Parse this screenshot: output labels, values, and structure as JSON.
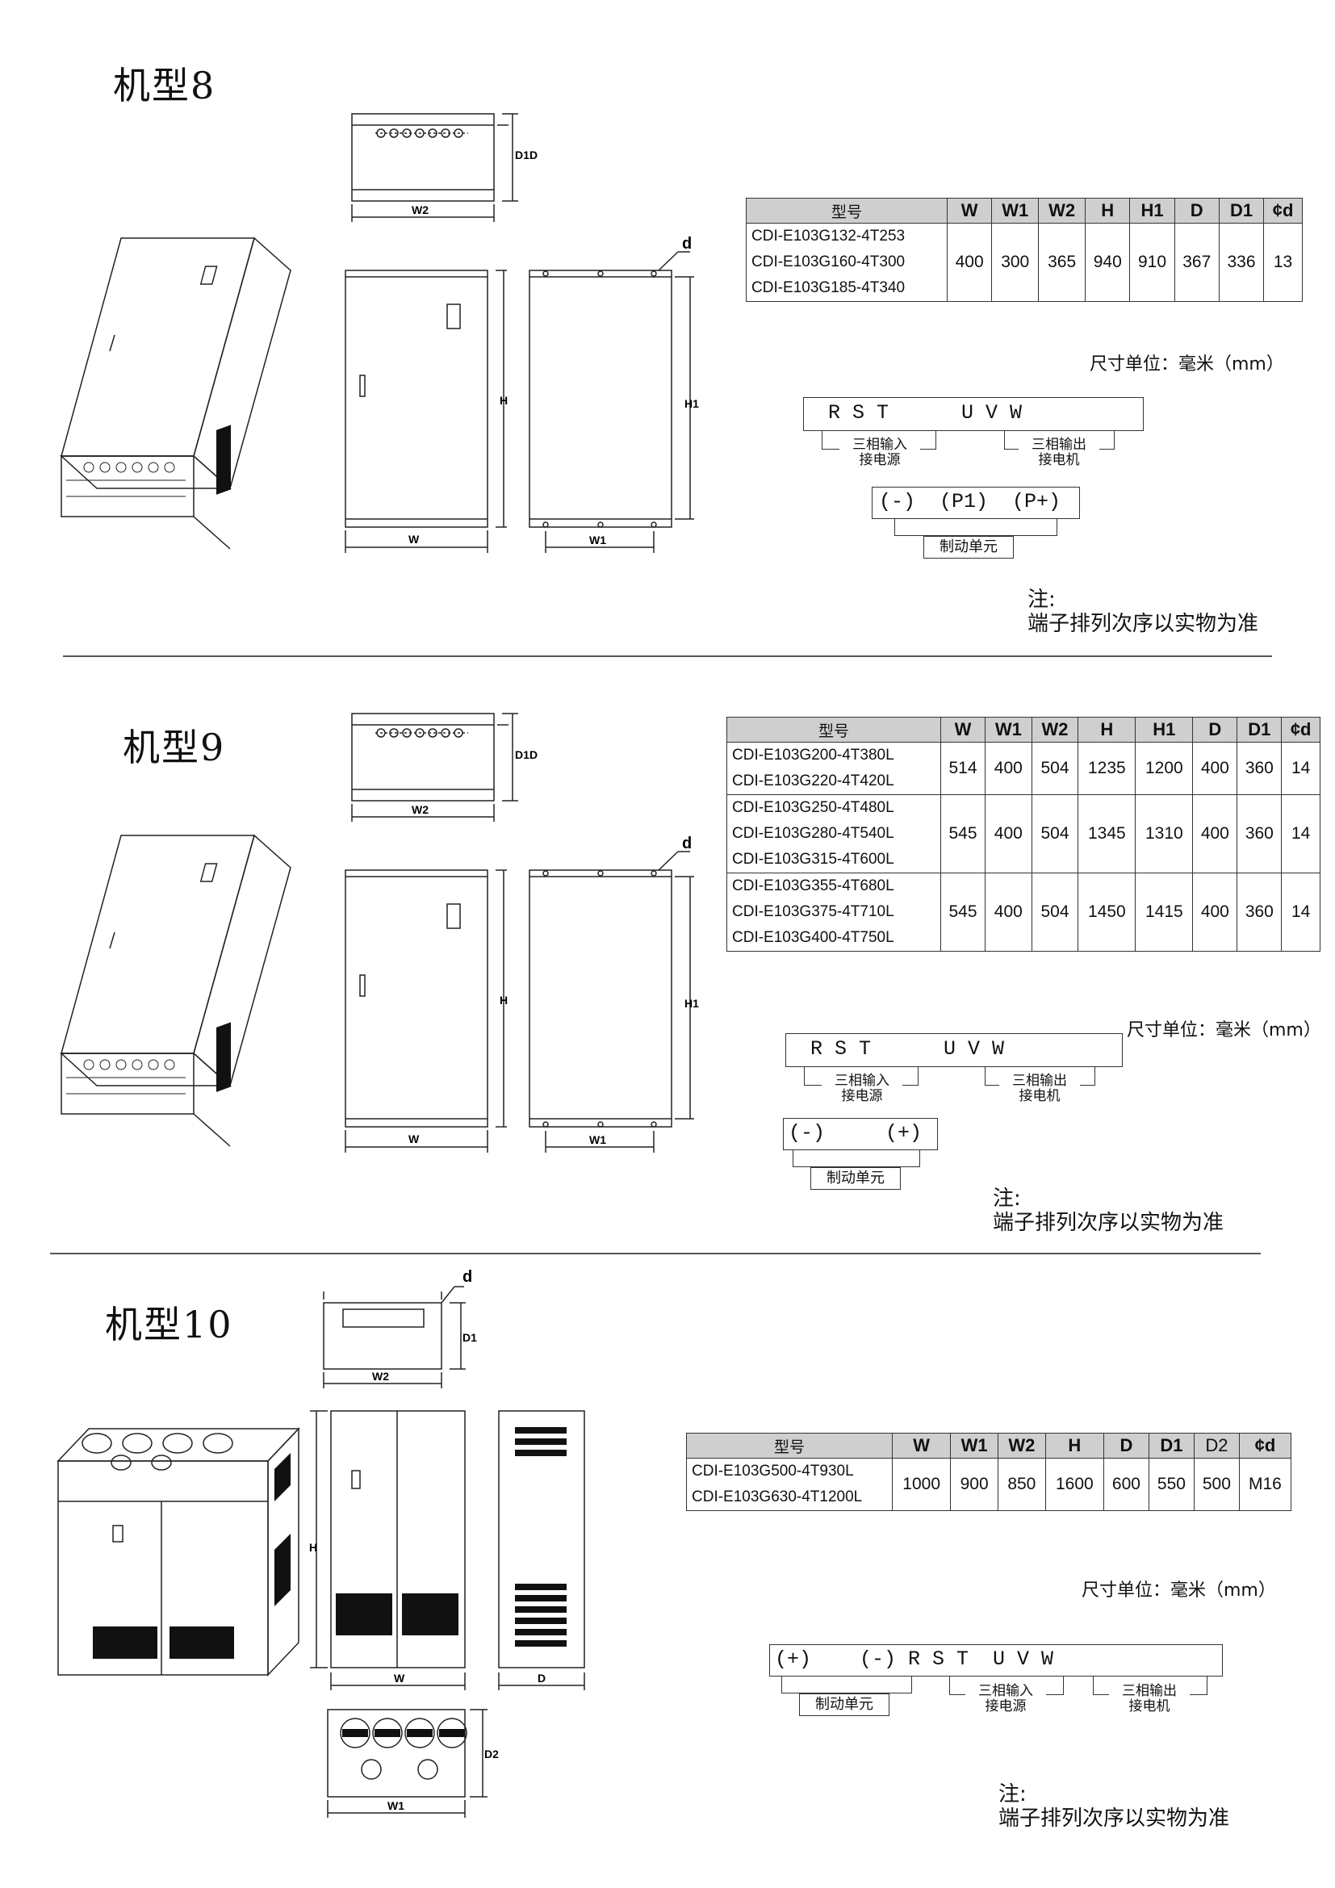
{
  "sections": [
    {
      "title": "机型8",
      "headers": [
        "型号",
        "W",
        "W1",
        "W2",
        "H",
        "H1",
        "D",
        "D1",
        "¢d"
      ],
      "models": [
        "CDI-E103G132-4T253",
        "CDI-E103G160-4T300",
        "CDI-E103G185-4T340"
      ],
      "values": [
        "400",
        "300",
        "365",
        "940",
        "910",
        "367",
        "336",
        "13"
      ],
      "unit": "尺寸单位：毫米（mm）",
      "terminals_top": "R S T      U V W",
      "input_label": [
        "三相输入",
        "接电源"
      ],
      "output_label": [
        "三相输出",
        "接电机"
      ],
      "brake_terminals": "(-)  (P1)  (P+)",
      "brake_label": "制动单元",
      "note_title": "注:",
      "note_text": "端子排列次序以实物为准",
      "dim_labels": {
        "d": "d",
        "D1": "D1",
        "D": "D",
        "W2": "W2",
        "H": "H",
        "H1": "H1",
        "W": "W",
        "W1": "W1"
      }
    },
    {
      "title": "机型9",
      "headers": [
        "型号",
        "W",
        "W1",
        "W2",
        "H",
        "H1",
        "D",
        "D1",
        "¢d"
      ],
      "groups": [
        {
          "models": [
            "CDI-E103G200-4T380L",
            "CDI-E103G220-4T420L"
          ],
          "values": [
            "514",
            "400",
            "504",
            "1235",
            "1200",
            "400",
            "360",
            "14"
          ]
        },
        {
          "models": [
            "CDI-E103G250-4T480L",
            "CDI-E103G280-4T540L",
            "CDI-E103G315-4T600L"
          ],
          "values": [
            "545",
            "400",
            "504",
            "1345",
            "1310",
            "400",
            "360",
            "14"
          ]
        },
        {
          "models": [
            "CDI-E103G355-4T680L",
            "CDI-E103G375-4T710L",
            "CDI-E103G400-4T750L"
          ],
          "values": [
            "545",
            "400",
            "504",
            "1450",
            "1415",
            "400",
            "360",
            "14"
          ]
        }
      ],
      "unit": "尺寸单位：毫米（mm）",
      "terminals_top": "R S T      U V W",
      "input_label": [
        "三相输入",
        "接电源"
      ],
      "output_label": [
        "三相输出",
        "接电机"
      ],
      "brake_terminals": "(-)     (+)",
      "brake_label": "制动单元",
      "note_title": "注:",
      "note_text": "端子排列次序以实物为准",
      "dim_labels": {
        "d": "d",
        "D1": "D1",
        "D": "D",
        "W2": "W2",
        "H": "H",
        "H1": "H1",
        "W": "W",
        "W1": "W1"
      }
    },
    {
      "title": "机型10",
      "headers": [
        "型号",
        "W",
        "W1",
        "W2",
        "H",
        "D",
        "D1",
        "D2",
        "¢d"
      ],
      "models": [
        "CDI-E103G500-4T930L",
        "CDI-E103G630-4T1200L"
      ],
      "values": [
        "1000",
        "900",
        "850",
        "1600",
        "600",
        "550",
        "500",
        "M16"
      ],
      "unit": "尺寸单位：毫米（mm）",
      "terminals_top": "(+)    (-) R S T  U V W",
      "brake_label": "制动单元",
      "input_label": [
        "三相输入",
        "接电源"
      ],
      "output_label": [
        "三相输出",
        "接电机"
      ],
      "note_title": "注:",
      "note_text": "端子排列次序以实物为准",
      "dim_labels": {
        "d": "d",
        "D1": "D1",
        "D2": "D2",
        "W2": "W2",
        "H": "H",
        "W": "W",
        "D": "D",
        "W1": "W1"
      }
    }
  ]
}
